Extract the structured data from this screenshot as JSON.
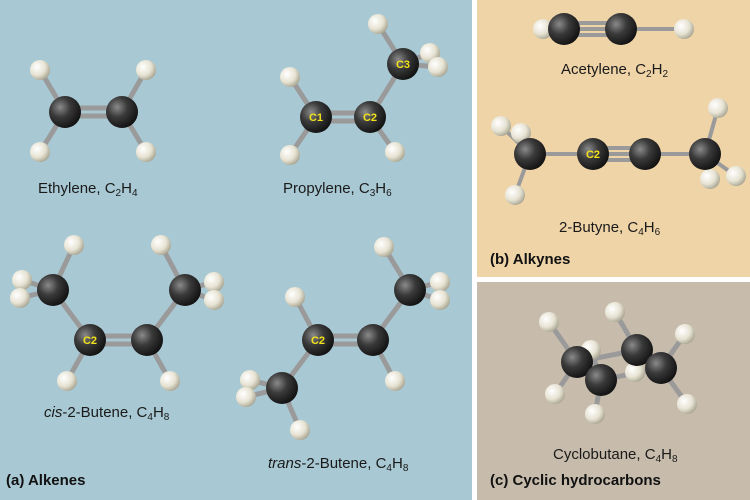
{
  "colors": {
    "alkenes_bg": "#a8c8d3",
    "alkynes_bg": "#efd4a8",
    "cyclic_bg": "#c7bcac",
    "carbon": "#2b2b2b",
    "hydrogen": "#ece8d8",
    "bond": "#9a9a9a",
    "carbon_label": "#f2e21a"
  },
  "panels": {
    "alkenes": {
      "label": "(a) Alkenes"
    },
    "alkynes": {
      "label": "(b) Alkynes"
    },
    "cyclic": {
      "label": "(c) Cyclic hydrocarbons"
    }
  },
  "molecules": {
    "ethylene": {
      "name": "Ethylene, C",
      "sub1": "2",
      "mid": "H",
      "sub2": "4"
    },
    "propylene": {
      "name": "Propylene, C",
      "sub1": "3",
      "mid": "H",
      "sub2": "6"
    },
    "cis_butene": {
      "prefix": "cis",
      "name": "-2-Butene, C",
      "sub1": "4",
      "mid": "H",
      "sub2": "8"
    },
    "trans_butene": {
      "prefix": "trans",
      "name": "-2-Butene, C",
      "sub1": "4",
      "mid": "H",
      "sub2": "8"
    },
    "acetylene": {
      "name": "Acetylene, C",
      "sub1": "2",
      "mid": "H",
      "sub2": "2"
    },
    "butyne": {
      "name": "2-Butyne, C",
      "sub1": "4",
      "mid": "H",
      "sub2": "6"
    },
    "cyclobutane": {
      "name": "Cyclobutane, C",
      "sub1": "4",
      "mid": "H",
      "sub2": "8"
    }
  },
  "atom_labels": {
    "c1": "C1",
    "c2": "C2",
    "c3": "C3"
  }
}
